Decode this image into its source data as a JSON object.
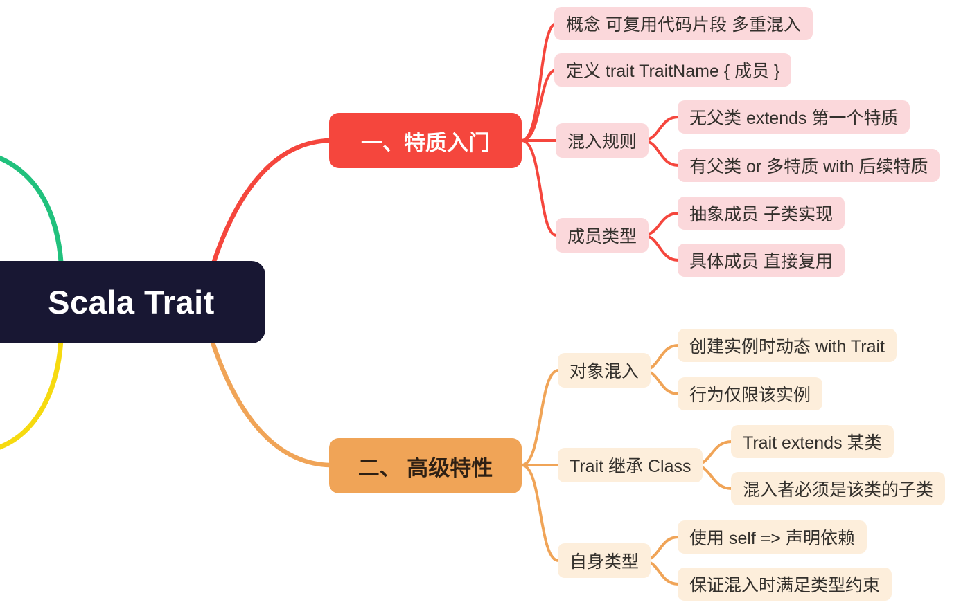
{
  "colors": {
    "root_bg": "#181733",
    "root_text": "#ffffff",
    "branch1": "#f5463d",
    "branch1_text": "#ffffff",
    "branch1_child_bg": "#fbd8db",
    "branch2": "#f0a457",
    "branch2_text": "#2e2014",
    "branch2_child_bg": "#fdeedb",
    "child_text": "#33302c",
    "left_branch_green": "#21c17d",
    "left_branch_yellow": "#f6da10"
  },
  "root": {
    "label": "Scala Trait"
  },
  "branches": [
    {
      "label": "一、特质入门",
      "children": [
        {
          "label": "概念 可复用代码片段 多重混入"
        },
        {
          "label": "定义 trait TraitName { 成员 }"
        },
        {
          "label": "混入规则",
          "children": [
            {
              "label": "无父类 extends 第一个特质"
            },
            {
              "label": "有父类 or 多特质 with 后续特质"
            }
          ]
        },
        {
          "label": "成员类型",
          "children": [
            {
              "label": "抽象成员 子类实现"
            },
            {
              "label": "具体成员 直接复用"
            }
          ]
        }
      ]
    },
    {
      "label": "二、 高级特性",
      "children": [
        {
          "label": "对象混入",
          "children": [
            {
              "label": "创建实例时动态 with Trait"
            },
            {
              "label": "行为仅限该实例"
            }
          ]
        },
        {
          "label": "Trait 继承 Class",
          "children": [
            {
              "label": "Trait extends 某类"
            },
            {
              "label": "混入者必须是该类的子类"
            }
          ]
        },
        {
          "label": "自身类型",
          "children": [
            {
              "label": "使用 self => 声明依赖"
            },
            {
              "label": "保证混入时满足类型约束"
            }
          ]
        }
      ]
    }
  ]
}
